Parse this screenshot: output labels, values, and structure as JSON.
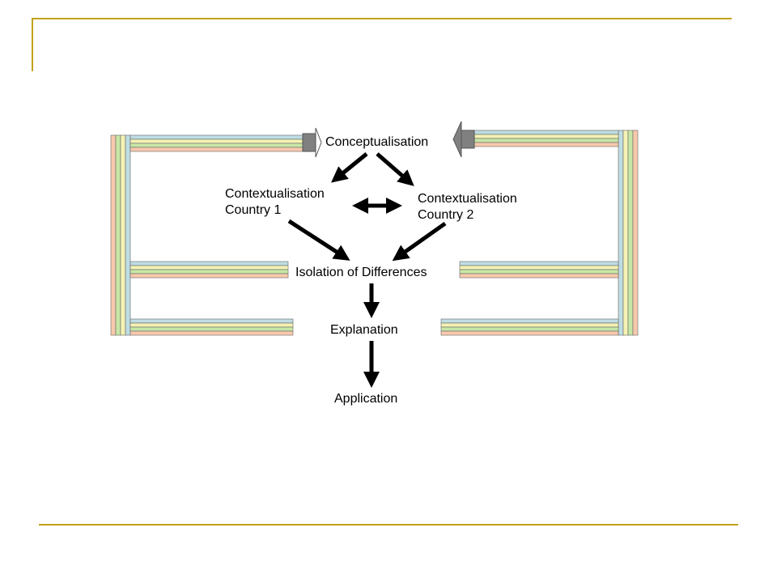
{
  "colors": {
    "frame": "#c2a21a",
    "stripe_blue": "#bfdde3",
    "stripe_yellow": "#f4f2b4",
    "stripe_green": "#c8e7a7",
    "stripe_orange": "#f7c9ac",
    "arrow_block": "#808080",
    "arrow": "#000000"
  },
  "nodes": {
    "conceptualisation": "Conceptualisation",
    "context1_line1": "Contextualisation",
    "context1_line2": "Country 1",
    "context2_line1": "Contextualisation",
    "context2_line2": "Country 2",
    "isolation": "Isolation of Differences",
    "explanation": "Explanation",
    "application": "Application"
  }
}
